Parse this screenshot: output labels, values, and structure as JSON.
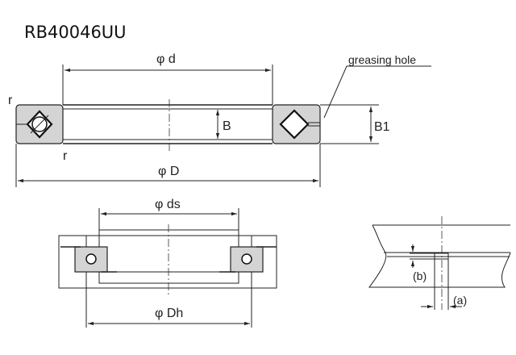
{
  "title": "RB40046UU",
  "top_view": {
    "inner_diameter_label": "φ d",
    "outer_diameter_label": "φ D",
    "width_label": "B",
    "width1_label": "B1",
    "radius_label_top": "r",
    "radius_label_bottom": "r",
    "greasing_hole_label": "greasing hole"
  },
  "mounting_view": {
    "shaft_diameter_label": "φ ds",
    "housing_diameter_label": "φ Dh"
  },
  "detail_view": {
    "label_b": "(b)",
    "label_a": "(a)"
  }
}
